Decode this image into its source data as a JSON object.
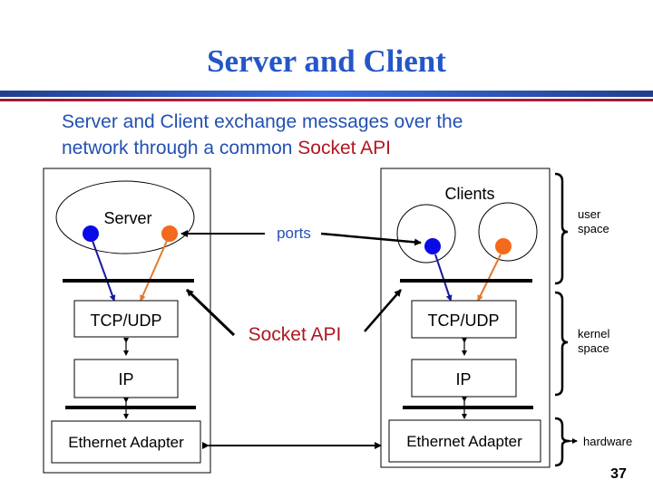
{
  "slide": {
    "title": "Server and Client",
    "subtitle_line1": "Server and Client exchange messages over the",
    "subtitle_line2_prefix": "network through a common ",
    "subtitle_line2_accent": "Socket API",
    "page_number": "37"
  },
  "colors": {
    "title": "#2456c8",
    "accent": "#b01620",
    "ports_label": "#2350b4",
    "socket_blue": "#0a0ae8",
    "socket_orange": "#f26a1b",
    "line_blue": "#1a1aa0",
    "line_orange": "#e07a30"
  },
  "diagram": {
    "server": {
      "process_label": "Server",
      "layers": [
        "TCP/UDP",
        "IP",
        "Ethernet Adapter"
      ]
    },
    "client": {
      "group_label": "Clients",
      "layers": [
        "TCP/UDP",
        "IP",
        "Ethernet Adapter"
      ]
    },
    "labels": {
      "ports": "ports",
      "socket_api": "Socket API"
    },
    "regions": [
      {
        "line1": "user",
        "line2": "space"
      },
      {
        "line1": "kernel",
        "line2": "space"
      },
      {
        "line1": "hardware",
        "line2": ""
      }
    ]
  }
}
